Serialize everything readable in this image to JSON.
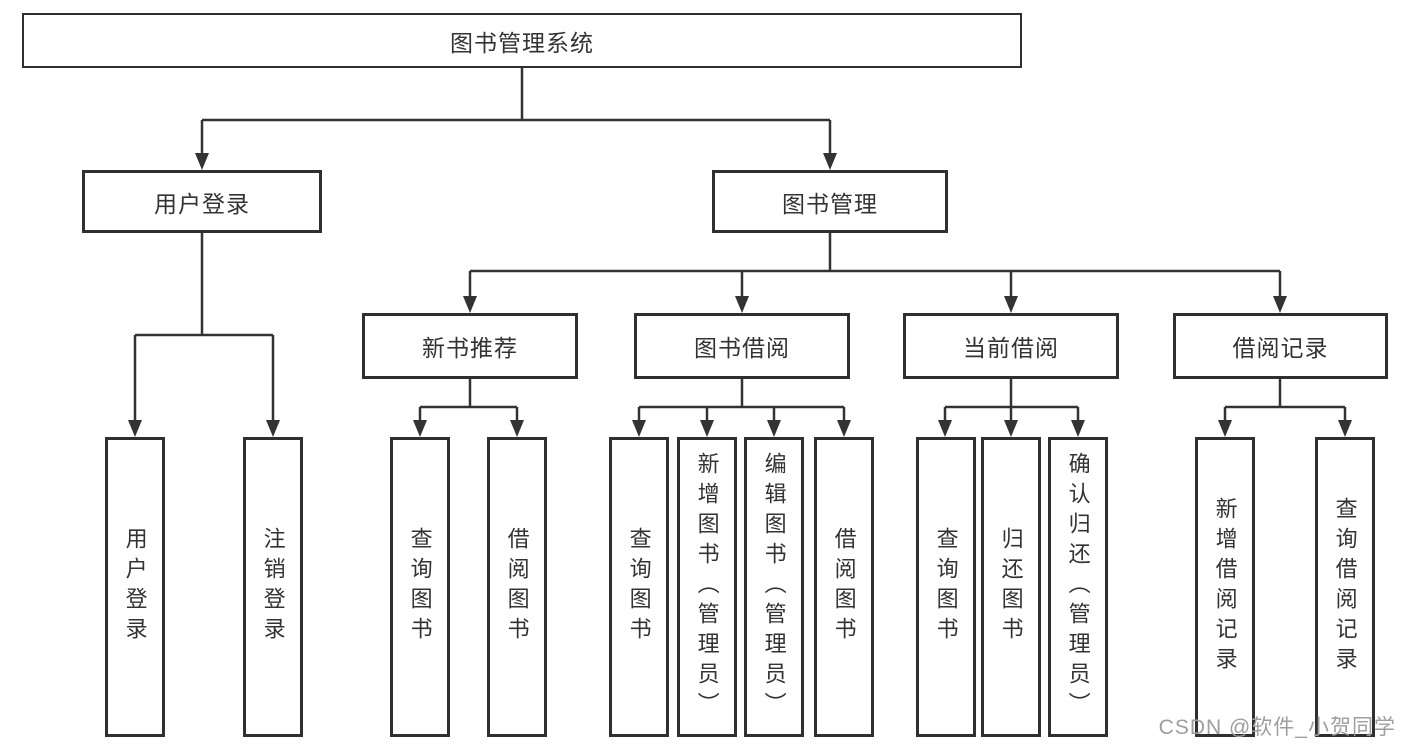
{
  "tree": {
    "root": {
      "label": "图书管理系统"
    },
    "branches": [
      {
        "label": "用户登录",
        "children": [
          {
            "label": "用户登录"
          },
          {
            "label": "注销登录"
          }
        ]
      },
      {
        "label": "图书管理",
        "children": [
          {
            "label": "新书推荐",
            "children": [
              {
                "label": "查询图书"
              },
              {
                "label": "借阅图书"
              }
            ]
          },
          {
            "label": "图书借阅",
            "children": [
              {
                "label": "查询图书"
              },
              {
                "label": "新增图书（管理员）"
              },
              {
                "label": "编辑图书（管理员）"
              },
              {
                "label": "借阅图书"
              }
            ]
          },
          {
            "label": "当前借阅",
            "children": [
              {
                "label": "查询图书"
              },
              {
                "label": "归还图书"
              },
              {
                "label": "确认归还（管理员）"
              }
            ]
          },
          {
            "label": "借阅记录",
            "children": [
              {
                "label": "新增借阅记录"
              },
              {
                "label": "查询借阅记录"
              }
            ]
          }
        ]
      }
    ]
  },
  "watermark": {
    "text": "CSDN @软件_小贺同学"
  },
  "colors": {
    "line": "#333333",
    "border": "#2f2f2f",
    "text": "#333333",
    "background": "#ffffff",
    "watermark": "#9e9e9e"
  }
}
